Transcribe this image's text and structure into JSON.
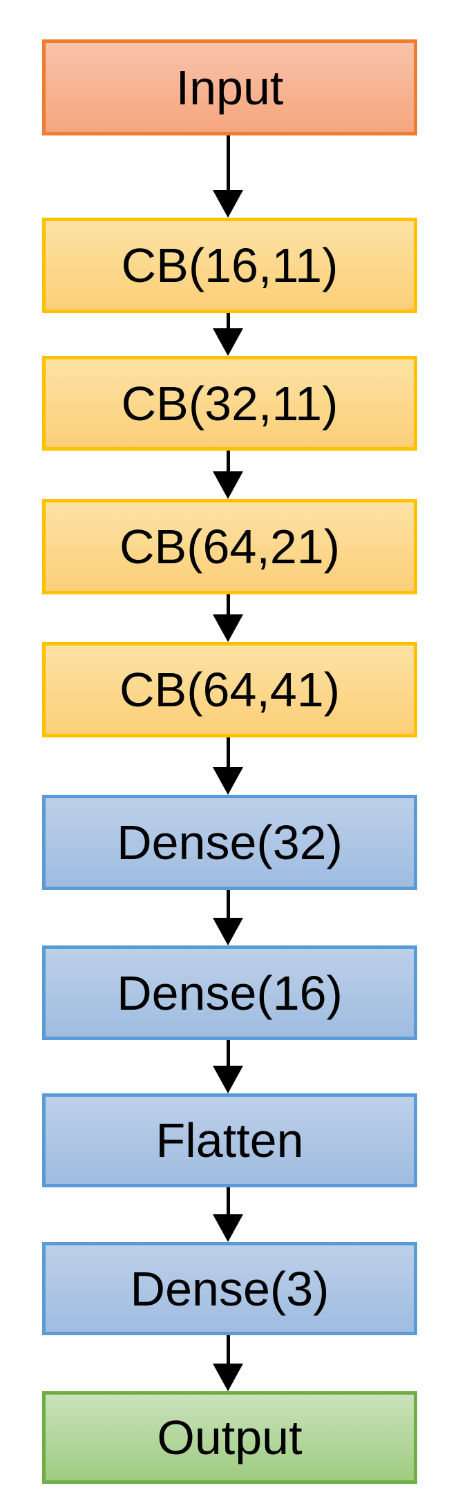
{
  "diagram": {
    "type": "flowchart",
    "direction": "top-down",
    "background_color": "#FFFFFF",
    "text_color": "#000000",
    "connector_color": "#000000",
    "nodes": [
      {
        "label": "Input",
        "border_color": "#ED7D31",
        "fill_top": "#F9C2AA",
        "fill_bottom": "#F5A67E"
      },
      {
        "label": "CB(16,11)",
        "border_color": "#FFC000",
        "fill_top": "#FDE2A4",
        "fill_bottom": "#FBCF78"
      },
      {
        "label": "CB(32,11)",
        "border_color": "#FFC000",
        "fill_top": "#FDE2A4",
        "fill_bottom": "#FBCF78"
      },
      {
        "label": "CB(64,21)",
        "border_color": "#FFC000",
        "fill_top": "#FDE2A4",
        "fill_bottom": "#FBCF78"
      },
      {
        "label": "CB(64,41)",
        "border_color": "#FFC000",
        "fill_top": "#FDE2A4",
        "fill_bottom": "#FBCF78"
      },
      {
        "label": "Dense(32)",
        "border_color": "#5B9BD5",
        "fill_top": "#BDD0E9",
        "fill_bottom": "#9FBCE0"
      },
      {
        "label": "Dense(16)",
        "border_color": "#5B9BD5",
        "fill_top": "#BDD0E9",
        "fill_bottom": "#9FBCE0"
      },
      {
        "label": "Flatten",
        "border_color": "#5B9BD5",
        "fill_top": "#BDD0E9",
        "fill_bottom": "#9FBCE0"
      },
      {
        "label": "Dense(3)",
        "border_color": "#5B9BD5",
        "fill_top": "#BDD0E9",
        "fill_bottom": "#9FBCE0"
      },
      {
        "label": "Output",
        "border_color": "#70AD47",
        "fill_top": "#CAE2BB",
        "fill_bottom": "#9FCC81"
      }
    ],
    "edges": [
      {
        "from": "Input",
        "to": "CB(16,11)"
      },
      {
        "from": "CB(16,11)",
        "to": "CB(32,11)"
      },
      {
        "from": "CB(32,11)",
        "to": "CB(64,21)"
      },
      {
        "from": "CB(64,21)",
        "to": "CB(64,41)"
      },
      {
        "from": "CB(64,41)",
        "to": "Dense(32)"
      },
      {
        "from": "Dense(32)",
        "to": "Dense(16)"
      },
      {
        "from": "Dense(16)",
        "to": "Flatten"
      },
      {
        "from": "Flatten",
        "to": "Dense(3)"
      },
      {
        "from": "Dense(3)",
        "to": "Output"
      }
    ]
  }
}
